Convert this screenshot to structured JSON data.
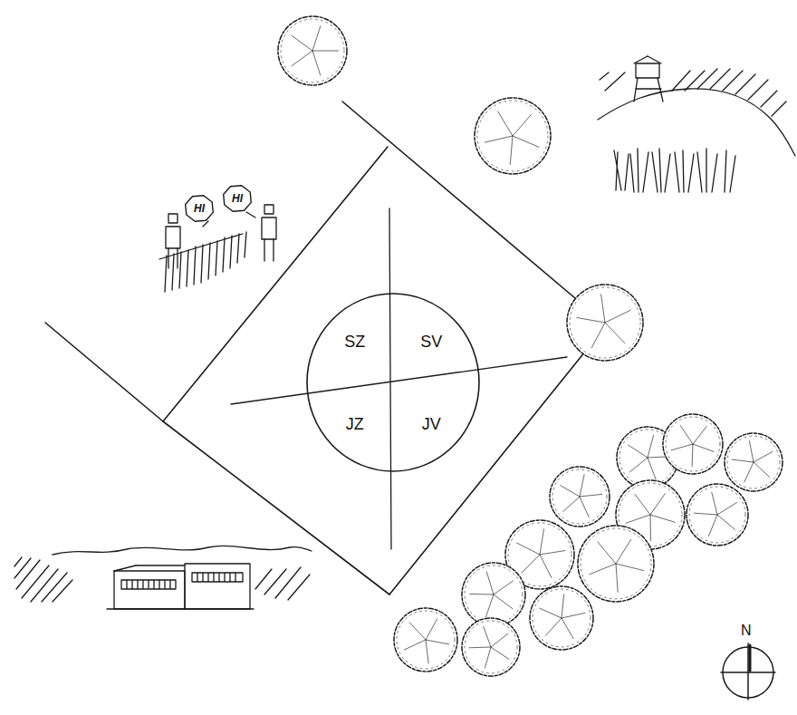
{
  "diagram": {
    "nodes": [
      {
        "text": [
          "SZ",
          "SV",
          "JZ",
          "JV"
        ]
      },
      {
        "text": [
          "HI"
        ]
      },
      {
        "text": [
          "HI"
        ]
      }
    ],
    "labels": [
      "N"
    ]
  }
}
